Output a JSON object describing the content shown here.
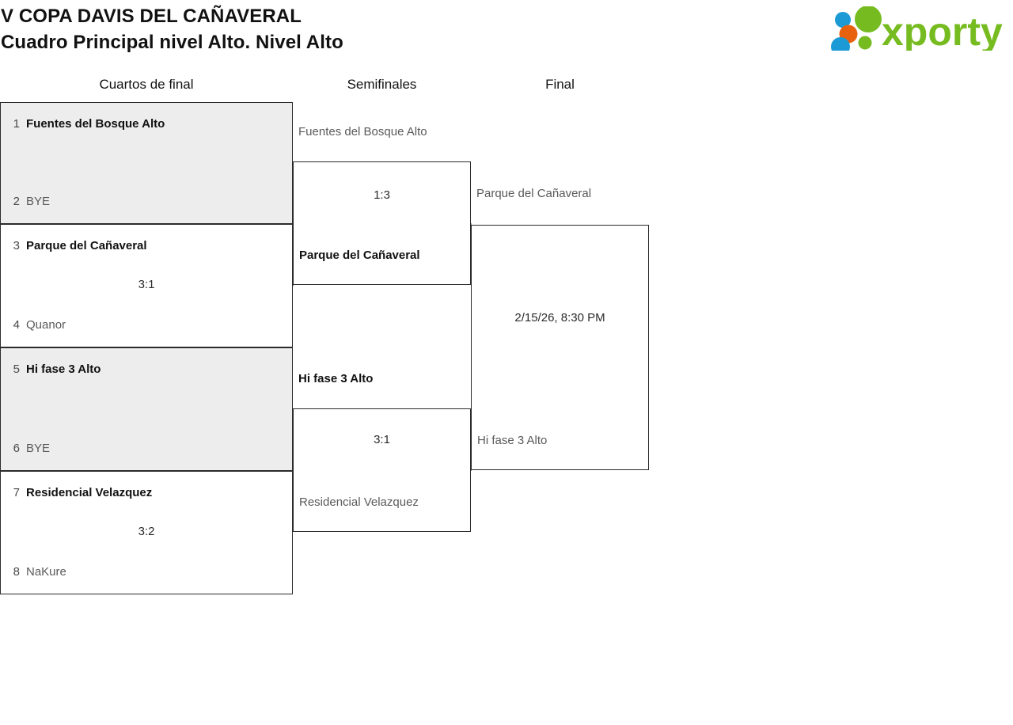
{
  "header": {
    "title_line_1": "V COPA DAVIS DEL CAÑAVERAL",
    "title_line_2": "Cuadro Principal nivel Alto. Nivel Alto"
  },
  "logo": {
    "wordmark": "xporty",
    "colors": {
      "green": "#76bc21",
      "blue": "#1b9ad6",
      "orange": "#e8610f"
    }
  },
  "rounds": [
    {
      "label": "Cuartos de final"
    },
    {
      "label": "Semifinales"
    },
    {
      "label": "Final"
    }
  ],
  "bracket": {
    "quarterfinals": [
      {
        "shaded": true,
        "score": "",
        "top": {
          "seed": "1",
          "name": "Fuentes del Bosque Alto",
          "state": "winner"
        },
        "bottom": {
          "seed": "2",
          "name": "BYE",
          "state": "loser"
        }
      },
      {
        "shaded": false,
        "score": "3:1",
        "top": {
          "seed": "3",
          "name": "Parque del Cañaveral",
          "state": "winner"
        },
        "bottom": {
          "seed": "4",
          "name": "Quanor",
          "state": "loser"
        }
      },
      {
        "shaded": true,
        "score": "",
        "top": {
          "seed": "5",
          "name": "Hi fase 3 Alto",
          "state": "winner"
        },
        "bottom": {
          "seed": "6",
          "name": "BYE",
          "state": "loser"
        }
      },
      {
        "shaded": false,
        "score": "3:2",
        "top": {
          "seed": "7",
          "name": "Residencial Velazquez",
          "state": "winner"
        },
        "bottom": {
          "seed": "8",
          "name": "NaKure",
          "state": "loser"
        }
      }
    ],
    "semifinals": [
      {
        "score": "1:3",
        "outside_label": {
          "name": "Fuentes del Bosque Alto",
          "state": "loser"
        },
        "inside_label": {
          "name": "Parque del Cañaveral",
          "state": "winner"
        }
      },
      {
        "score": "3:1",
        "outside_label": {
          "name": "Hi fase 3 Alto",
          "state": "winner"
        },
        "inside_label": {
          "name": "Residencial Velazquez",
          "state": "loser"
        }
      }
    ],
    "final": {
      "scheduled": "2/15/26, 8:30 PM",
      "outside_label": {
        "name": "Parque del Cañaveral",
        "state": "loser"
      },
      "inside_label": {
        "name": "Hi fase 3 Alto",
        "state": "loser"
      }
    }
  }
}
